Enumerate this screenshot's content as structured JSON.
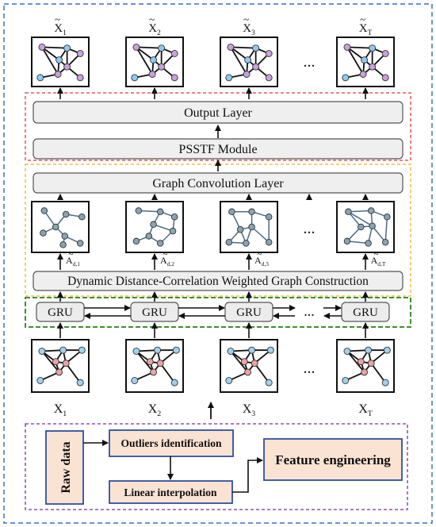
{
  "diagram": {
    "top_labels": [
      "X̃1",
      "X̃2",
      "X̃3",
      "X̃T"
    ],
    "top_label_parts": [
      {
        "base": "X",
        "sub": "1"
      },
      {
        "base": "X",
        "sub": "2"
      },
      {
        "base": "X",
        "sub": "3"
      },
      {
        "base": "X",
        "sub": "T"
      }
    ],
    "ellipsis": "...",
    "output_layer": "Output Layer",
    "psstf_module": "PSSTF Module",
    "gcn_layer": "Graph Convolution Layer",
    "adjacency_labels": [
      {
        "base": "A",
        "sub": "d,1"
      },
      {
        "base": "A",
        "sub": "d,2"
      },
      {
        "base": "A",
        "sub": "d,3"
      },
      {
        "base": "A",
        "sub": "d,T"
      }
    ],
    "graph_construction": "Dynamic Distance-Correlation Weighted Graph Construction",
    "gru_label": "GRU",
    "input_labels": [
      {
        "base": "X",
        "sub": "1"
      },
      {
        "base": "X",
        "sub": "2"
      },
      {
        "base": "X",
        "sub": "3"
      },
      {
        "base": "X",
        "sub": "T"
      }
    ],
    "preprocessing": {
      "raw_data": "Raw data",
      "outliers": "Outliers identification",
      "interpolation": "Linear interpolation",
      "feature_engineering": "Feature engineering"
    },
    "colors": {
      "outer_border": "#3f6ec9",
      "output_group": "#e8353b",
      "gcn_group": "#f0b323",
      "gru_group": "#3f8f2e",
      "prep_group": "#7a2ea0",
      "node_top_blue": "#8ec9f2",
      "node_top_purple": "#c9a0dc",
      "node_mid": "#8aa3b3",
      "node_input_red": "#f0a0a4",
      "node_input_blue": "#9fd2f0",
      "box_fill": "#fbe3d4",
      "box_stroke": "#2f4fa0"
    }
  }
}
